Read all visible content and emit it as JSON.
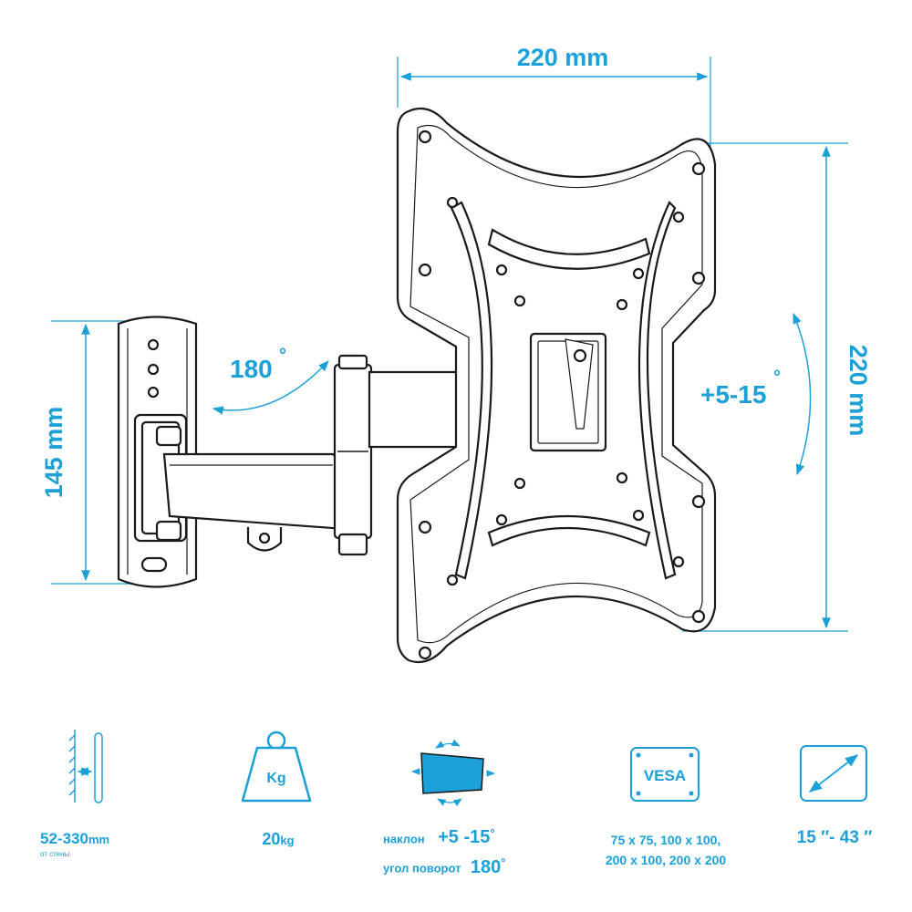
{
  "colors": {
    "accent": "#1ba0d8",
    "line": "#1a1a1a",
    "white": "#ffffff"
  },
  "dimensions": {
    "width": "220 mm",
    "height": "220 mm",
    "wall_plate_height": "145 mm",
    "swivel_angle": "180",
    "swivel_degree": "°",
    "tilt_angle": "+5-15",
    "tilt_degree": "°"
  },
  "specs": {
    "distance": {
      "icon": "wall-distance-icon",
      "value": "52-330",
      "unit": "mm",
      "note": "от стены"
    },
    "weight": {
      "icon": "weight-kg-icon",
      "icon_label": "Kg",
      "value": "20",
      "unit": "kg"
    },
    "motion": {
      "icon": "tilt-swivel-screen-icon",
      "tilt_label": "наклон",
      "tilt_value": "+5 -15",
      "tilt_degree": "°",
      "swivel_label": "угол поворот",
      "swivel_value": "180",
      "swivel_degree": "°"
    },
    "vesa": {
      "icon": "vesa-icon",
      "icon_label": "VESA",
      "line1": "75 x 75, 100 x 100,",
      "line2": "200 x 100, 200 x 200"
    },
    "diagonal": {
      "icon": "diagonal-size-icon",
      "value": "15 ″- 43 ″"
    }
  }
}
